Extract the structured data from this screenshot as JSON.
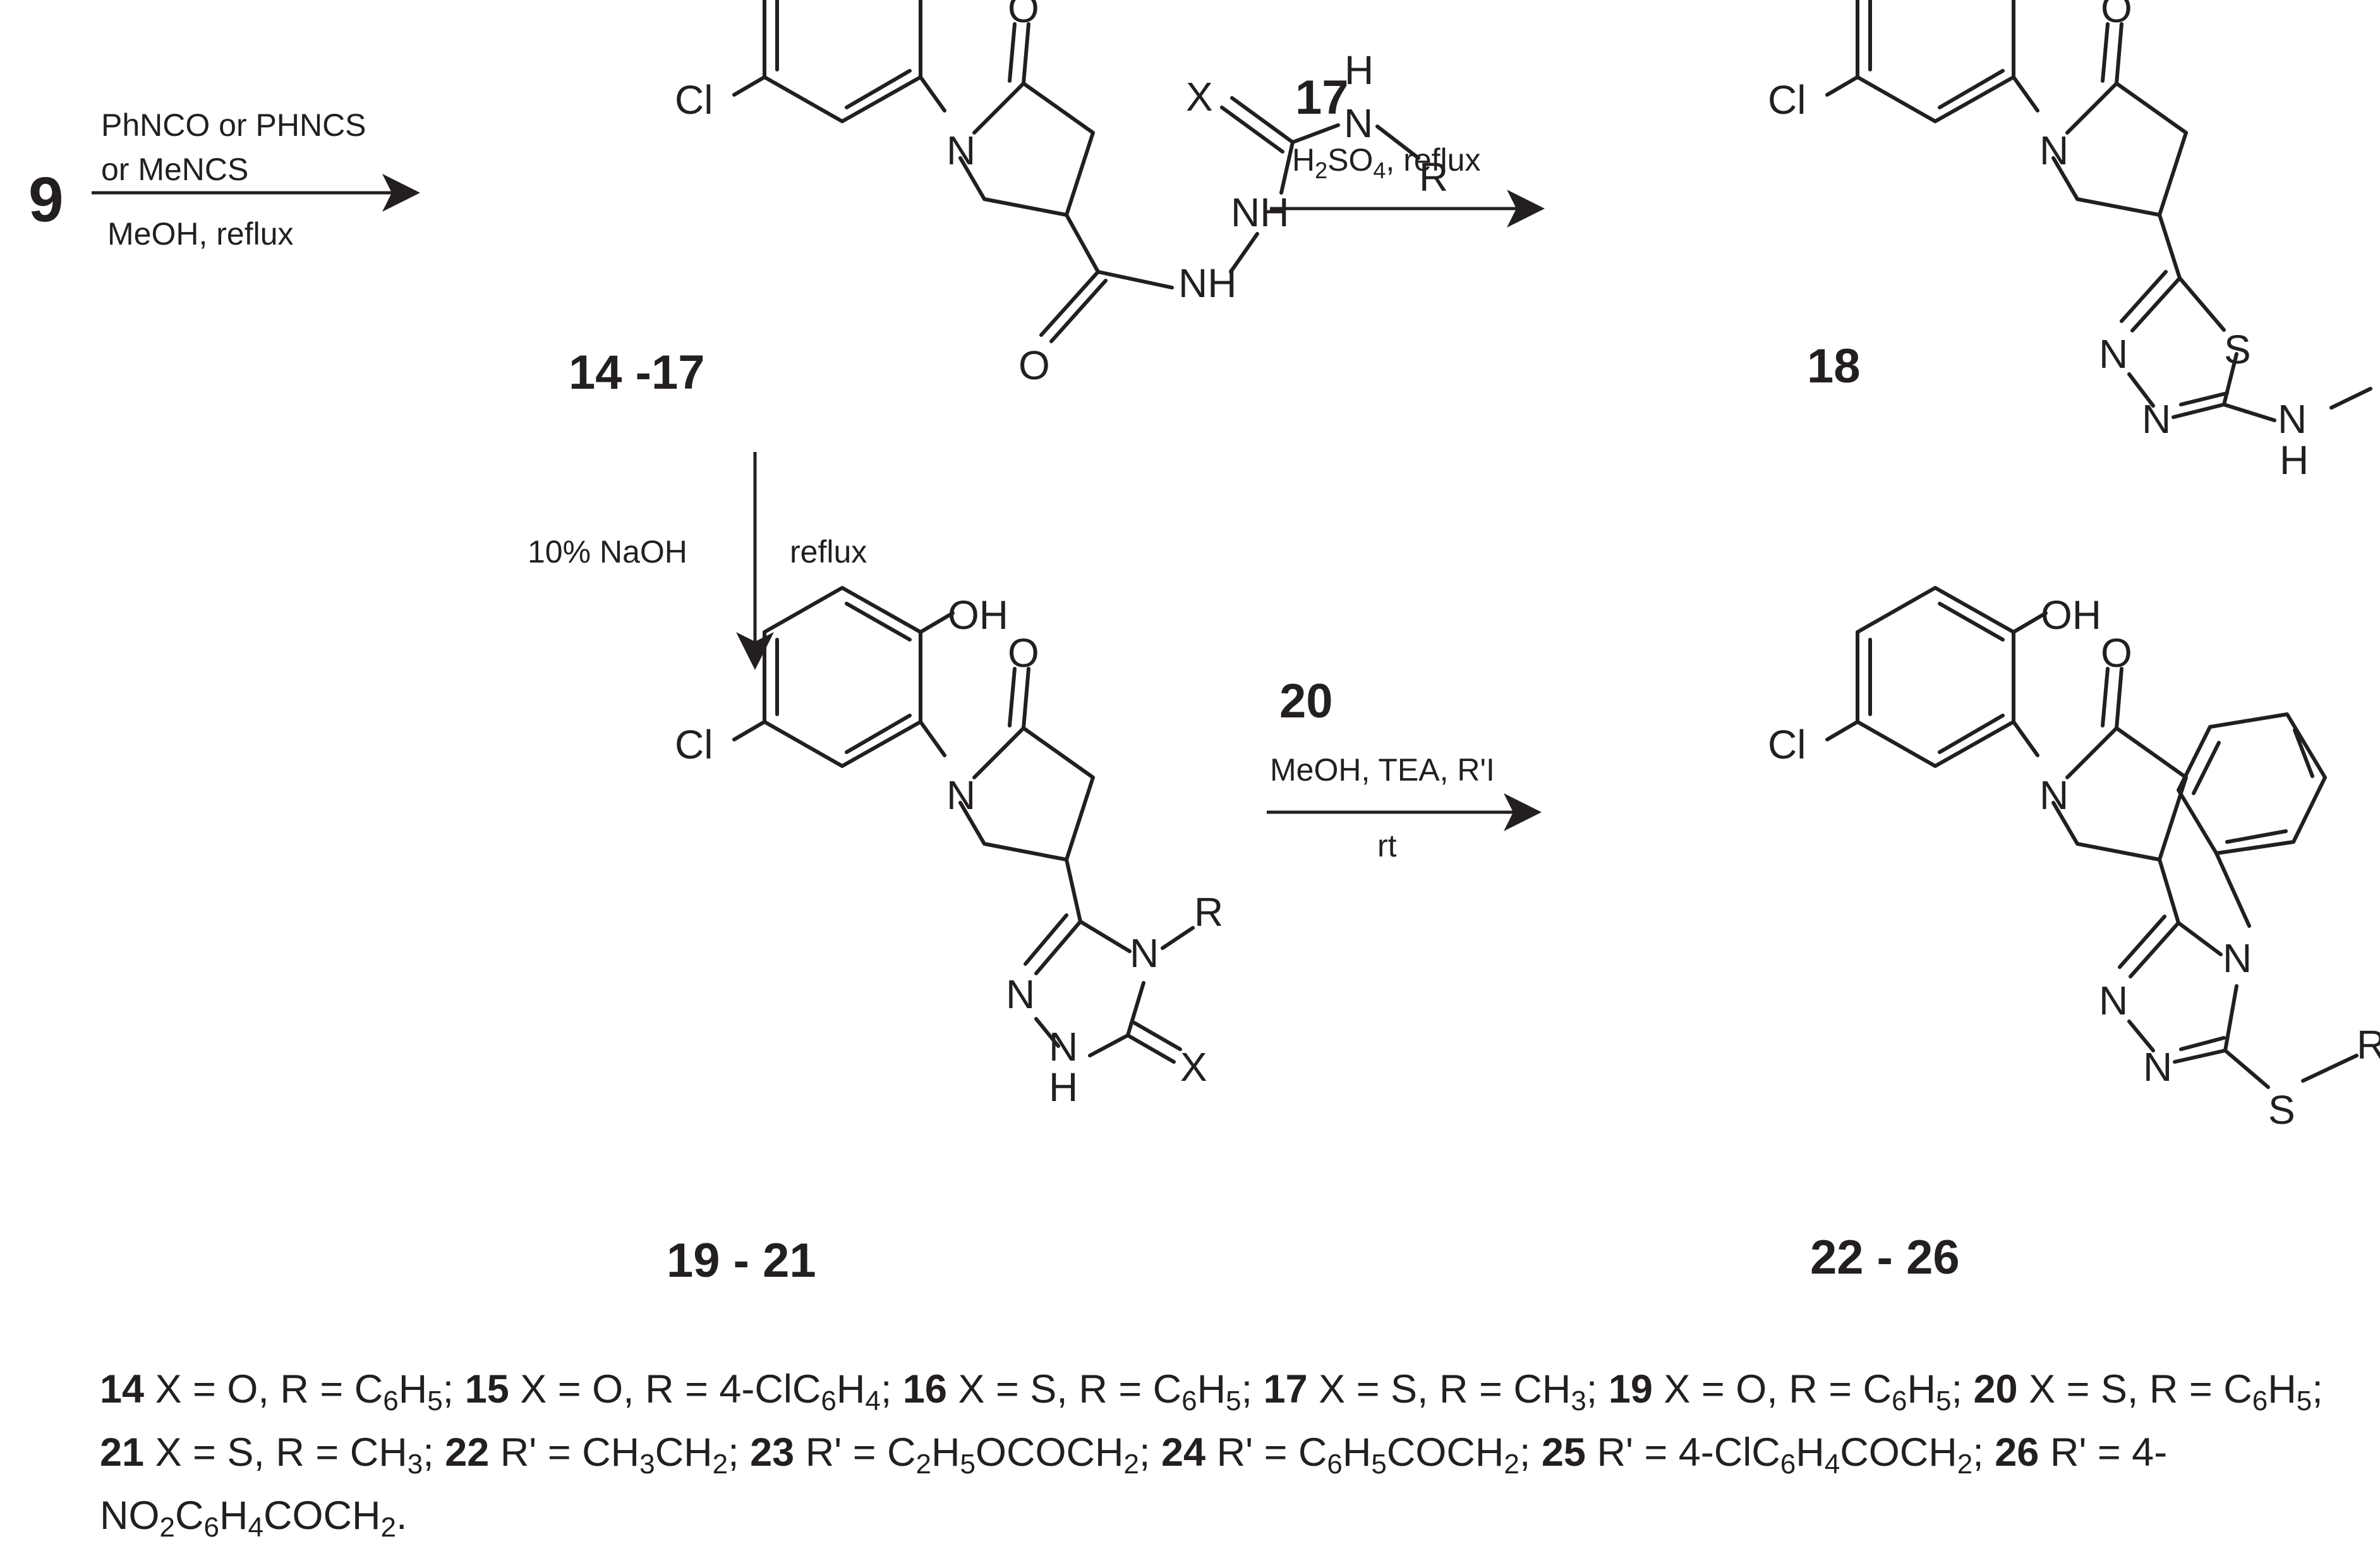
{
  "start_compound": "9",
  "reaction1": {
    "cond_line1": "PhNCO or PHNCS",
    "cond_line2": "or MeNCS",
    "cond_line3": "MeOH, reflux"
  },
  "reaction2": {
    "reagent": "17",
    "cond_acid": "H2SO4",
    "cond_rest": ", reflux"
  },
  "reaction3": {
    "cond_left": "10% NaOH",
    "cond_right": "reflux"
  },
  "reaction4": {
    "reagent": "20",
    "cond_line1": "MeOH, TEA, R'I",
    "cond_line2": "rt"
  },
  "labels": {
    "cpd_14_17": "14 -17",
    "cpd_18": "18",
    "cpd_19_21": "19 - 21",
    "cpd_22_26": "22 - 26"
  },
  "atoms": {
    "oh": "OH",
    "o": "O",
    "cl": "Cl",
    "n": "N",
    "x": "X",
    "h": "H",
    "nh": "NH",
    "r": "R",
    "s": "S",
    "r_prime": "R'",
    "n_minus": "N",
    "s_minus": "S"
  },
  "footnote": {
    "text": "14 X = O, R = C6H5; 15 X = O, R = 4-ClC6H4; 16 X = S, R = C6H5; 17 X = S, R = CH3; 19 X = O, R = C6H5; 20 X = S, R = C6H5; 21 X = S, R = CH3; 22 R' = CH3CH2; 23 R' = C2H5OCOCH2; 24 R' = C6H5COCH2; 25 R' = 4-ClC6H4COCH2; 26 R' = 4-NO2C6H4COCH2."
  }
}
